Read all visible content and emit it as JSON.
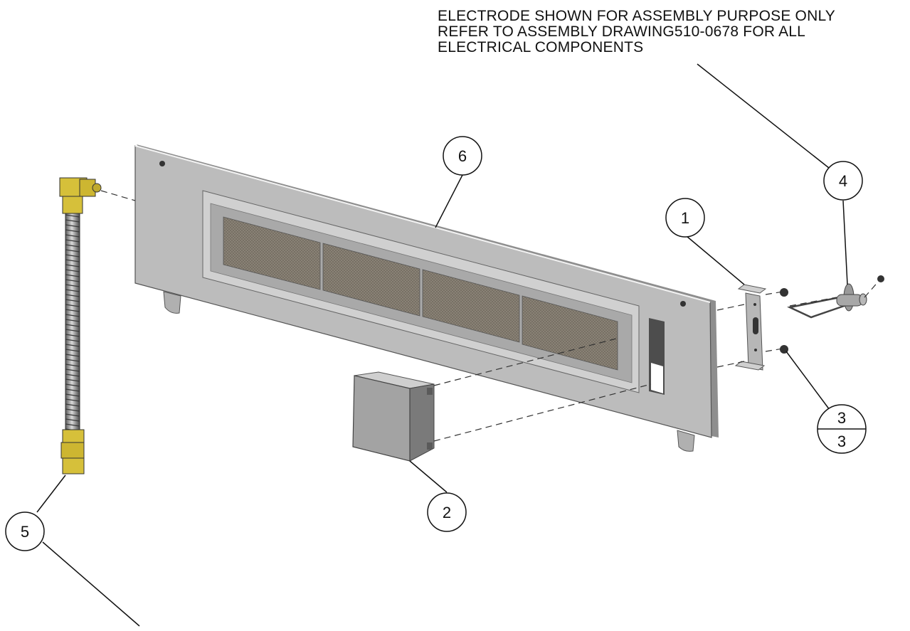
{
  "note": {
    "lines": [
      "ELECTRODE SHOWN FOR ASSEMBLY PURPOSE ONLY",
      "REFER TO ASSEMBLY DRAWING510-0678 FOR ALL",
      "ELECTRICAL COMPONENTS"
    ]
  },
  "callouts": {
    "c1": "1",
    "c2": "2",
    "c3_top": "3",
    "c3_bottom": "3",
    "c4": "4",
    "c5": "5",
    "c6": "6"
  },
  "colors": {
    "panel": "#bdbdbd",
    "panel_edge": "#8e8e8e",
    "mesh": "#8a8377",
    "brass": "#d6c03a",
    "line": "#1a1a1a"
  }
}
